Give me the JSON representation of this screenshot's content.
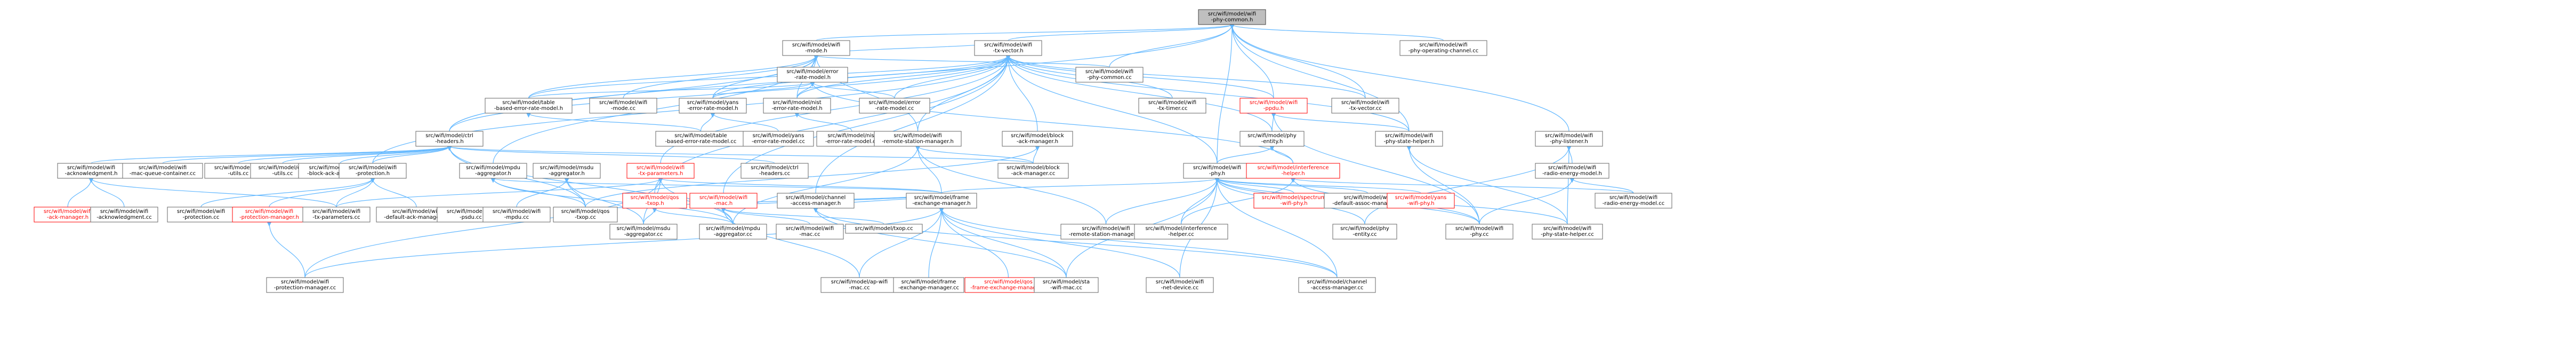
{
  "colors": {
    "edge": "#63b8ff",
    "node_border": "#666666",
    "root_fill": "#bfbfbf",
    "highlight_text": "#ff0000"
  },
  "nodes": [
    {
      "id": "root",
      "lines": [
        "src/wifi/model/wifi",
        "-phy-common.h"
      ],
      "kind": "root"
    },
    {
      "id": "mode_h",
      "lines": [
        "src/wifi/model/wifi",
        "-mode.h"
      ]
    },
    {
      "id": "tx_vector_h",
      "lines": [
        "src/wifi/model/wifi",
        "-tx-vector.h"
      ]
    },
    {
      "id": "phy_op_channel_cc",
      "lines": [
        "src/wifi/model/wifi",
        "-phy-operating-channel.cc"
      ]
    },
    {
      "id": "error_rate_model_h",
      "lines": [
        "src/wifi/model/error",
        "-rate-model.h"
      ]
    },
    {
      "id": "phy_common_cc",
      "lines": [
        "src/wifi/model/wifi",
        "-phy-common.cc"
      ]
    },
    {
      "id": "table_err_h",
      "lines": [
        "src/wifi/model/table",
        "-based-error-rate-model.h"
      ]
    },
    {
      "id": "mode_cc",
      "lines": [
        "src/wifi/model/wifi",
        "-mode.cc"
      ]
    },
    {
      "id": "yans_err_h",
      "lines": [
        "src/wifi/model/yans",
        "-error-rate-model.h"
      ]
    },
    {
      "id": "nist_err_h",
      "lines": [
        "src/wifi/model/nist",
        "-error-rate-model.h"
      ]
    },
    {
      "id": "error_rate_model_cc",
      "lines": [
        "src/wifi/model/error",
        "-rate-model.cc"
      ]
    },
    {
      "id": "tx_timer_cc",
      "lines": [
        "src/wifi/model/wifi",
        "-tx-timer.cc"
      ]
    },
    {
      "id": "ppdu_h",
      "lines": [
        "src/wifi/model/wifi",
        "-ppdu.h"
      ],
      "kind": "hl"
    },
    {
      "id": "tx_vector_cc",
      "lines": [
        "src/wifi/model/wifi",
        "-tx-vector.cc"
      ]
    },
    {
      "id": "phy_listener_h",
      "lines": [
        "src/wifi/model/wifi",
        "-phy-listener.h"
      ]
    },
    {
      "id": "ctrl_headers_h",
      "lines": [
        "src/wifi/model/ctrl",
        "-headers.h"
      ]
    },
    {
      "id": "table_err_cc",
      "lines": [
        "src/wifi/model/table",
        "-based-error-rate-model.cc"
      ]
    },
    {
      "id": "yans_err_cc",
      "lines": [
        "src/wifi/model/yans",
        "-error-rate-model.cc"
      ]
    },
    {
      "id": "nist_err_cc",
      "lines": [
        "src/wifi/model/nist",
        "-error-rate-model.cc"
      ]
    },
    {
      "id": "rsm_h",
      "lines": [
        "src/wifi/model/wifi",
        "-remote-station-manager.h"
      ]
    },
    {
      "id": "block_ack_mgr_h",
      "lines": [
        "src/wifi/model/block",
        "-ack-manager.h"
      ]
    },
    {
      "id": "phy_entity_h",
      "lines": [
        "src/wifi/model/phy",
        "-entity.h"
      ]
    },
    {
      "id": "phy_state_helper_h",
      "lines": [
        "src/wifi/model/wifi",
        "-phy-state-helper.h"
      ]
    },
    {
      "id": "radio_energy_h",
      "lines": [
        "src/wifi/model/wifi",
        "-radio-energy-model.h"
      ]
    },
    {
      "id": "ack_h",
      "lines": [
        "src/wifi/model/wifi",
        "-acknowledgment.h"
      ]
    },
    {
      "id": "macq_cc",
      "lines": [
        "src/wifi/model/wifi",
        "-mac-queue-container.cc"
      ]
    },
    {
      "id": "utils_cc",
      "lines": [
        "src/wifi/model/wifi",
        "-utils.cc"
      ]
    },
    {
      "id": "qos_utils_cc",
      "lines": [
        "src/wifi/model/qos",
        "-utils.cc"
      ]
    },
    {
      "id": "recipient_cc",
      "lines": [
        "src/wifi/model/recipient",
        "-block-ack-agreement.cc"
      ]
    },
    {
      "id": "protection_h",
      "lines": [
        "src/wifi/model/wifi",
        "-protection.h"
      ]
    },
    {
      "id": "mpdu_agg_h",
      "lines": [
        "src/wifi/model/mpdu",
        "-aggregator.h"
      ]
    },
    {
      "id": "msdu_agg_h",
      "lines": [
        "src/wifi/model/msdu",
        "-aggregator.h"
      ]
    },
    {
      "id": "tx_params_h",
      "lines": [
        "src/wifi/model/wifi",
        "-tx-parameters.h"
      ],
      "kind": "hl"
    },
    {
      "id": "ctrl_headers_cc",
      "lines": [
        "src/wifi/model/ctrl",
        "-headers.cc"
      ]
    },
    {
      "id": "qos_txop_h",
      "lines": [
        "src/wifi/model/qos",
        "-txop.h"
      ],
      "kind": "hl"
    },
    {
      "id": "mac_h",
      "lines": [
        "src/wifi/model/wifi",
        "-mac.h"
      ],
      "kind": "hl"
    },
    {
      "id": "channel_access_h",
      "lines": [
        "src/wifi/model/channel",
        "-access-manager.h"
      ]
    },
    {
      "id": "block_ack_mgr_cc",
      "lines": [
        "src/wifi/model/block",
        "-ack-manager.cc"
      ]
    },
    {
      "id": "phy_h",
      "lines": [
        "src/wifi/model/wifi",
        "-phy.h"
      ]
    },
    {
      "id": "interference_h",
      "lines": [
        "src/wifi/model/interference",
        "-helper.h"
      ],
      "kind": "hl"
    },
    {
      "id": "radio_energy_cc",
      "lines": [
        "src/wifi/model/wifi",
        "-radio-energy-model.cc"
      ]
    },
    {
      "id": "ack_mgr_h",
      "lines": [
        "src/wifi/model/wifi",
        "-ack-manager.h"
      ],
      "kind": "hl"
    },
    {
      "id": "ack_cc",
      "lines": [
        "src/wifi/model/wifi",
        "-acknowledgment.cc"
      ]
    },
    {
      "id": "protection_cc",
      "lines": [
        "src/wifi/model/wifi",
        "-protection.cc"
      ]
    },
    {
      "id": "protection_mgr_h",
      "lines": [
        "src/wifi/model/wifi",
        "-protection-manager.h"
      ],
      "kind": "hl"
    },
    {
      "id": "tx_params_cc",
      "lines": [
        "src/wifi/model/wifi",
        "-tx-parameters.cc"
      ]
    },
    {
      "id": "default_ack_mgr_cc",
      "lines": [
        "src/wifi/model/wifi",
        "-default-ack-manager.cc"
      ]
    },
    {
      "id": "psdu_cc",
      "lines": [
        "src/wifi/model/wifi",
        "-psdu.cc"
      ]
    },
    {
      "id": "mpdu_cc",
      "lines": [
        "src/wifi/model/wifi",
        "-mpdu.cc"
      ]
    },
    {
      "id": "qos_txop_cc",
      "lines": [
        "src/wifi/model/qos",
        "-txop.cc"
      ]
    },
    {
      "id": "msdu_agg_cc",
      "lines": [
        "src/wifi/model/msdu",
        "-aggregator.cc"
      ]
    },
    {
      "id": "mpdu_agg_cc",
      "lines": [
        "src/wifi/model/mpdu",
        "-aggregator.cc"
      ]
    },
    {
      "id": "mac_cc",
      "lines": [
        "src/wifi/model/wifi",
        "-mac.cc"
      ]
    },
    {
      "id": "txop_cc",
      "lines": [
        "src/wifi/model/txop.cc"
      ]
    },
    {
      "id": "frame_exch_h",
      "lines": [
        "src/wifi/model/frame",
        "-exchange-manager.h"
      ]
    },
    {
      "id": "rsm_cc",
      "lines": [
        "src/wifi/model/wifi",
        "-remote-station-manager.cc"
      ]
    },
    {
      "id": "interference_cc",
      "lines": [
        "src/wifi/model/interference",
        "-helper.cc"
      ]
    },
    {
      "id": "phy_entity_cc",
      "lines": [
        "src/wifi/model/phy",
        "-entity.cc"
      ]
    },
    {
      "id": "spectrum_phy_h",
      "lines": [
        "src/wifi/model/spectrum",
        "-wifi-phy.h"
      ],
      "kind": "hl"
    },
    {
      "id": "default_assoc_cc",
      "lines": [
        "src/wifi/model/wifi",
        "-default-assoc-manager.cc"
      ]
    },
    {
      "id": "yans_phy_h",
      "lines": [
        "src/wifi/model/yans",
        "-wifi-phy.h"
      ],
      "kind": "hl"
    },
    {
      "id": "phy_cc",
      "lines": [
        "src/wifi/model/wifi",
        "-phy.cc"
      ]
    },
    {
      "id": "phy_state_helper_cc",
      "lines": [
        "src/wifi/model/wifi",
        "-phy-state-helper.cc"
      ]
    },
    {
      "id": "protection_mgr_cc",
      "lines": [
        "src/wifi/model/wifi",
        "-protection-manager.cc"
      ]
    },
    {
      "id": "ap_mac_cc",
      "lines": [
        "src/wifi/model/ap-wifi",
        "-mac.cc"
      ]
    },
    {
      "id": "frame_exch_cc",
      "lines": [
        "src/wifi/model/frame",
        "-exchange-manager.cc"
      ]
    },
    {
      "id": "qos_frame_exch_h",
      "lines": [
        "src/wifi/model/qos",
        "-frame-exchange-manager.h"
      ],
      "kind": "hl"
    },
    {
      "id": "sta_mac_cc",
      "lines": [
        "src/wifi/model/sta",
        "-wifi-mac.cc"
      ]
    },
    {
      "id": "net_device_cc",
      "lines": [
        "src/wifi/model/wifi",
        "-net-device.cc"
      ]
    },
    {
      "id": "channel_access_cc",
      "lines": [
        "src/wifi/model/channel",
        "-access-manager.cc"
      ]
    }
  ],
  "edges": [
    [
      "root",
      "mode_h"
    ],
    [
      "root",
      "tx_vector_h"
    ],
    [
      "root",
      "phy_op_channel_cc"
    ],
    [
      "root",
      "phy_common_cc"
    ],
    [
      "root",
      "tx_vector_cc"
    ],
    [
      "root",
      "phy_listener_h"
    ],
    [
      "root",
      "ctrl_headers_h"
    ],
    [
      "root",
      "phy_state_helper_h"
    ],
    [
      "root",
      "phy_h"
    ],
    [
      "root",
      "ppdu_h"
    ],
    [
      "mode_h",
      "error_rate_model_h"
    ],
    [
      "mode_h",
      "tx_vector_h"
    ],
    [
      "mode_h",
      "table_err_h"
    ],
    [
      "mode_h",
      "mode_cc"
    ],
    [
      "mode_h",
      "phy_common_cc"
    ],
    [
      "mode_h",
      "yans_err_h"
    ],
    [
      "mode_h",
      "nist_err_h"
    ],
    [
      "mode_h",
      "ctrl_headers_h"
    ],
    [
      "mode_h",
      "mpdu_agg_h"
    ],
    [
      "mode_h",
      "rsm_h"
    ],
    [
      "error_rate_model_h",
      "table_err_h"
    ],
    [
      "error_rate_model_h",
      "yans_err_h"
    ],
    [
      "error_rate_model_h",
      "nist_err_h"
    ],
    [
      "error_rate_model_h",
      "error_rate_model_cc"
    ],
    [
      "error_rate_model_h",
      "interference_h"
    ],
    [
      "tx_vector_h",
      "error_rate_model_cc"
    ],
    [
      "tx_vector_h",
      "tx_timer_cc"
    ],
    [
      "tx_vector_h",
      "ppdu_h"
    ],
    [
      "tx_vector_h",
      "tx_vector_cc"
    ],
    [
      "tx_vector_h",
      "ctrl_headers_h"
    ],
    [
      "tx_vector_h",
      "rsm_h"
    ],
    [
      "tx_vector_h",
      "block_ack_mgr_h"
    ],
    [
      "tx_vector_h",
      "phy_entity_h"
    ],
    [
      "tx_vector_h",
      "phy_state_helper_h"
    ],
    [
      "tx_vector_h",
      "tx_params_h"
    ],
    [
      "tx_vector_h",
      "mac_h"
    ],
    [
      "tx_vector_h",
      "qos_txop_h"
    ],
    [
      "tx_vector_h",
      "yans_err_h"
    ],
    [
      "tx_vector_h",
      "nist_err_h"
    ],
    [
      "tx_vector_h",
      "table_err_h"
    ],
    [
      "tx_vector_h",
      "protection_h"
    ],
    [
      "tx_vector_h",
      "channel_access_h"
    ],
    [
      "tx_vector_h",
      "phy_h"
    ],
    [
      "table_err_h",
      "table_err_cc"
    ],
    [
      "yans_err_h",
      "yans_err_cc"
    ],
    [
      "yans_err_h",
      "table_err_cc"
    ],
    [
      "nist_err_h",
      "nist_err_cc"
    ],
    [
      "ppdu_h",
      "phy_entity_h"
    ],
    [
      "ppdu_h",
      "phy_cc"
    ],
    [
      "ppdu_h",
      "phy_state_helper_h"
    ],
    [
      "phy_listener_h",
      "radio_energy_h"
    ],
    [
      "phy_listener_h",
      "phy_state_helper_cc"
    ],
    [
      "phy_listener_h",
      "phy_entity_cc"
    ],
    [
      "radio_energy_h",
      "radio_energy_cc"
    ],
    [
      "radio_energy_h",
      "phy_cc"
    ],
    [
      "phy_state_helper_h",
      "phy_state_helper_cc"
    ],
    [
      "phy_state_helper_h",
      "phy_cc"
    ],
    [
      "phy_entity_h",
      "phy_h"
    ],
    [
      "phy_entity_h",
      "interference_h"
    ],
    [
      "ctrl_headers_h",
      "ack_h"
    ],
    [
      "ctrl_headers_h",
      "macq_cc"
    ],
    [
      "ctrl_headers_h",
      "utils_cc"
    ],
    [
      "ctrl_headers_h",
      "qos_utils_cc"
    ],
    [
      "ctrl_headers_h",
      "recipient_cc"
    ],
    [
      "ctrl_headers_h",
      "protection_h"
    ],
    [
      "ctrl_headers_h",
      "ctrl_headers_cc"
    ],
    [
      "ctrl_headers_h",
      "block_ack_mgr_cc"
    ],
    [
      "ctrl_headers_h",
      "qos_txop_cc"
    ],
    [
      "ctrl_headers_h",
      "mpdu_agg_cc"
    ],
    [
      "ack_h",
      "ack_mgr_h"
    ],
    [
      "ack_h",
      "ack_cc"
    ],
    [
      "ack_h",
      "tx_params_cc"
    ],
    [
      "protection_h",
      "protection_cc"
    ],
    [
      "protection_h",
      "protection_mgr_h"
    ],
    [
      "protection_h",
      "tx_params_cc"
    ],
    [
      "protection_h",
      "default_ack_mgr_cc"
    ],
    [
      "protection_mgr_h",
      "protection_mgr_cc"
    ],
    [
      "mpdu_agg_h",
      "mpdu_agg_cc"
    ],
    [
      "mpdu_agg_h",
      "qos_txop_cc"
    ],
    [
      "mpdu_agg_h",
      "frame_exch_h"
    ],
    [
      "msdu_agg_h",
      "msdu_agg_cc"
    ],
    [
      "msdu_agg_h",
      "mpdu_cc"
    ],
    [
      "msdu_agg_h",
      "qos_txop_cc"
    ],
    [
      "tx_params_h",
      "tx_params_cc"
    ],
    [
      "tx_params_h",
      "frame_exch_h"
    ],
    [
      "tx_params_h",
      "protection_mgr_cc"
    ],
    [
      "tx_params_h",
      "mpdu_agg_cc"
    ],
    [
      "tx_params_h",
      "msdu_agg_cc"
    ],
    [
      "qos_txop_h",
      "qos_txop_cc"
    ],
    [
      "qos_txop_h",
      "msdu_agg_cc"
    ],
    [
      "qos_txop_h",
      "mpdu_agg_cc"
    ],
    [
      "qos_txop_h",
      "frame_exch_h"
    ],
    [
      "mac_h",
      "mac_cc"
    ],
    [
      "mac_h",
      "txop_cc"
    ],
    [
      "mac_h",
      "frame_exch_h"
    ],
    [
      "mac_h",
      "ap_mac_cc"
    ],
    [
      "channel_access_h",
      "frame_exch_h"
    ],
    [
      "channel_access_h",
      "channel_access_cc"
    ],
    [
      "channel_access_h",
      "sta_mac_cc"
    ],
    [
      "rsm_h",
      "rsm_cc"
    ],
    [
      "rsm_h",
      "block_ack_mgr_cc"
    ],
    [
      "rsm_h",
      "mpdu_agg_cc"
    ],
    [
      "rsm_h",
      "frame_exch_h"
    ],
    [
      "block_ack_mgr_h",
      "block_ack_mgr_cc"
    ],
    [
      "block_ack_mgr_h",
      "qos_txop_cc"
    ],
    [
      "frame_exch_h",
      "protection_mgr_cc"
    ],
    [
      "frame_exch_h",
      "ap_mac_cc"
    ],
    [
      "frame_exch_h",
      "frame_exch_cc"
    ],
    [
      "frame_exch_h",
      "qos_frame_exch_h"
    ],
    [
      "frame_exch_h",
      "sta_mac_cc"
    ],
    [
      "frame_exch_h",
      "net_device_cc"
    ],
    [
      "frame_exch_h",
      "channel_access_cc"
    ],
    [
      "phy_h",
      "rsm_cc"
    ],
    [
      "phy_h",
      "interference_cc"
    ],
    [
      "phy_h",
      "phy_entity_cc"
    ],
    [
      "phy_h",
      "spectrum_phy_h"
    ],
    [
      "phy_h",
      "default_assoc_cc"
    ],
    [
      "phy_h",
      "yans_phy_h"
    ],
    [
      "phy_h",
      "phy_cc"
    ],
    [
      "phy_h",
      "phy_state_helper_cc"
    ],
    [
      "phy_h",
      "frame_exch_h"
    ],
    [
      "phy_h",
      "net_device_cc"
    ],
    [
      "phy_h",
      "channel_access_cc"
    ],
    [
      "phy_h",
      "sta_mac_cc"
    ],
    [
      "interference_h",
      "interference_cc"
    ],
    [
      "interference_h",
      "phy_cc"
    ],
    [
      "interference_h",
      "radio_energy_cc"
    ]
  ]
}
